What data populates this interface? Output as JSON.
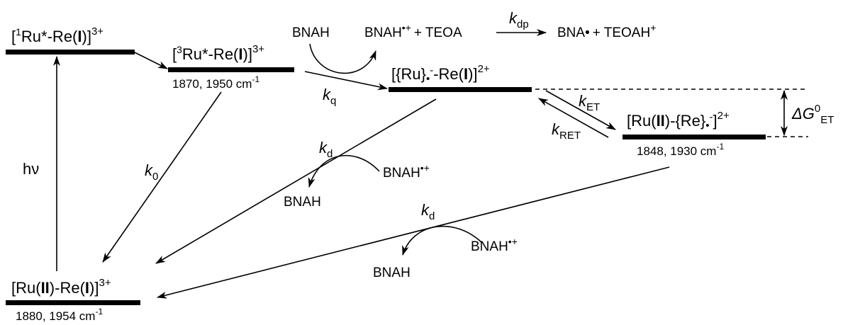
{
  "levels": {
    "ru_singlet": {
      "pre": "[",
      "sup1": "1",
      "main": "Ru*-Re(",
      "bold": "I",
      "post": ")]",
      "charge": "3+"
    },
    "ru_triplet": {
      "pre": "[",
      "sup1": "3",
      "main": "Ru*-Re(",
      "bold": "I",
      "post": ")]",
      "charge": "3+",
      "ir": "1870, 1950 cm",
      "ir_exp": "-1"
    },
    "ground": {
      "pre": "[Ru(",
      "bold1": "II",
      "mid": ")-Re(",
      "bold2": "I",
      "post": ")]",
      "charge": "3+",
      "ir": "1880, 1954 cm",
      "ir_exp": "-1"
    },
    "reduced_ru": {
      "pre": "[{Ru}",
      "dot": "•",
      "minus": "-",
      "mid": "-Re(",
      "bold": "I",
      "post": ")]",
      "charge": "2+"
    },
    "reduced_re": {
      "pre": "[Ru(",
      "bold": "II",
      "mid": ")-{Re}",
      "dot": "•",
      "minus": "-",
      "post": "]",
      "charge": "2+",
      "ir": "1848, 1930 cm",
      "ir_exp": "-1"
    }
  },
  "species": {
    "bnah": "BNAH",
    "bnah_cation": "BNAH",
    "cation_sup": "•+",
    "teoa": "+ TEOA",
    "bna": "BNA•",
    "teoah": "+ TEOAH",
    "teoah_sup": "+"
  },
  "rates": {
    "k": "k",
    "dp": "dp",
    "q": "q",
    "zero": "0",
    "d": "d",
    "et": "ET",
    "ret": "RET"
  },
  "energy": {
    "delta": "ΔG",
    "sup": "0",
    "sub": "ET"
  },
  "excitation": "hν"
}
